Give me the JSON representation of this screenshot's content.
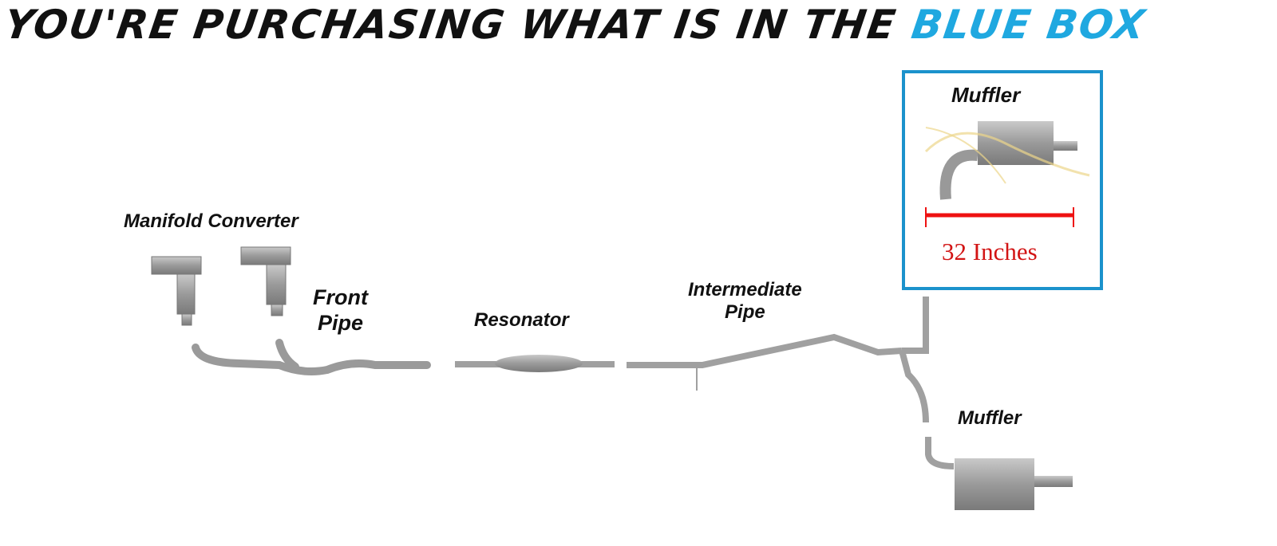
{
  "title": {
    "main": "YOU'RE PURCHASING WHAT IS IN THE",
    "highlight": "BLUE BOX",
    "highlight_color": "#1fa8e0"
  },
  "labels": {
    "manifold_converter": "Manifold Converter",
    "front_pipe": [
      "Front",
      "Pipe"
    ],
    "resonator": "Resonator",
    "intermediate_pipe": [
      "Intermediate",
      "Pipe"
    ],
    "muffler_bottom": "Muffler"
  },
  "blue_box": {
    "title": "Muffler",
    "measurement": "32 Inches",
    "border_color": "#1b92cc",
    "measure_color": "#d21414"
  }
}
